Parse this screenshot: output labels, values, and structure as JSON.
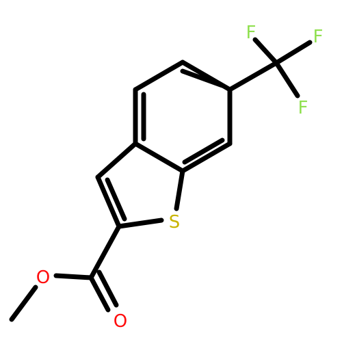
{
  "molecule": {
    "atoms": [
      {
        "id": "F1",
        "symbol": "F",
        "color": "#90E050"
      },
      {
        "id": "F2",
        "symbol": "F",
        "color": "#90E050"
      },
      {
        "id": "F3",
        "symbol": "F",
        "color": "#90E050"
      },
      {
        "id": "S1",
        "symbol": "S",
        "color": "#C8B400"
      },
      {
        "id": "O1",
        "symbol": "O",
        "color": "#FF0D0D"
      },
      {
        "id": "O2",
        "symbol": "O",
        "color": "#FF0D0D"
      }
    ],
    "bond_color": "#000000"
  }
}
